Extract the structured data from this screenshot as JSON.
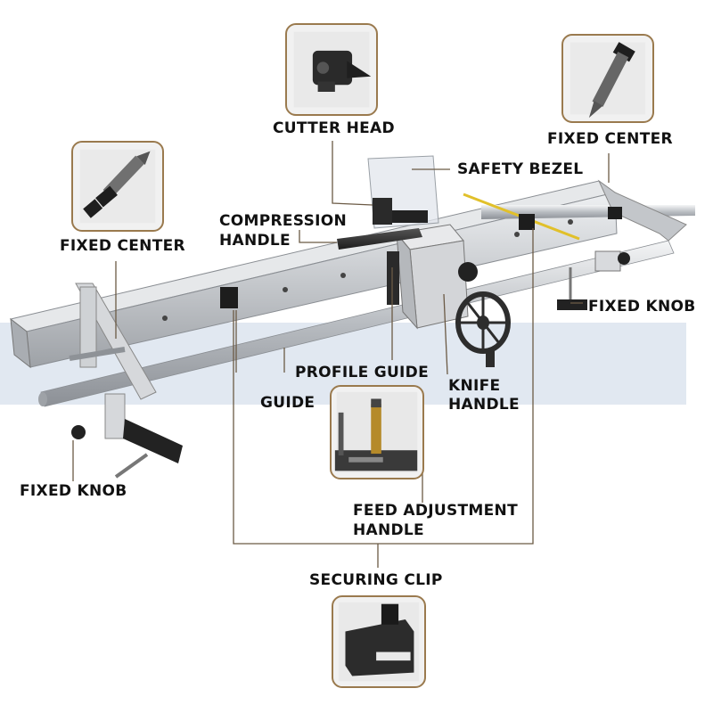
{
  "labels": {
    "cutter_head": "CUTTER HEAD",
    "fixed_center_right": "FIXED CENTER",
    "safety_bezel": "SAFETY BEZEL",
    "compression_handle_1": "COMPRESSION",
    "compression_handle_2": "HANDLE",
    "fixed_center_left": "FIXED CENTER",
    "fixed_knob_right": "FIXED KNOB",
    "profile_guide": "PROFILE GUIDE",
    "knife_handle_1": "KNIFE",
    "knife_handle_2": "HANDLE",
    "guide": "GUIDE",
    "fixed_knob_left": "FIXED KNOB",
    "feed_adjustment_1": "FEED ADJUSTMENT",
    "feed_adjustment_2": "HANDLE",
    "securing_clip": "SECURING CLIP"
  },
  "colors": {
    "inset_border": "#9a7a4e",
    "rail": "#c9ccd0",
    "leader": "#6b5a45"
  }
}
